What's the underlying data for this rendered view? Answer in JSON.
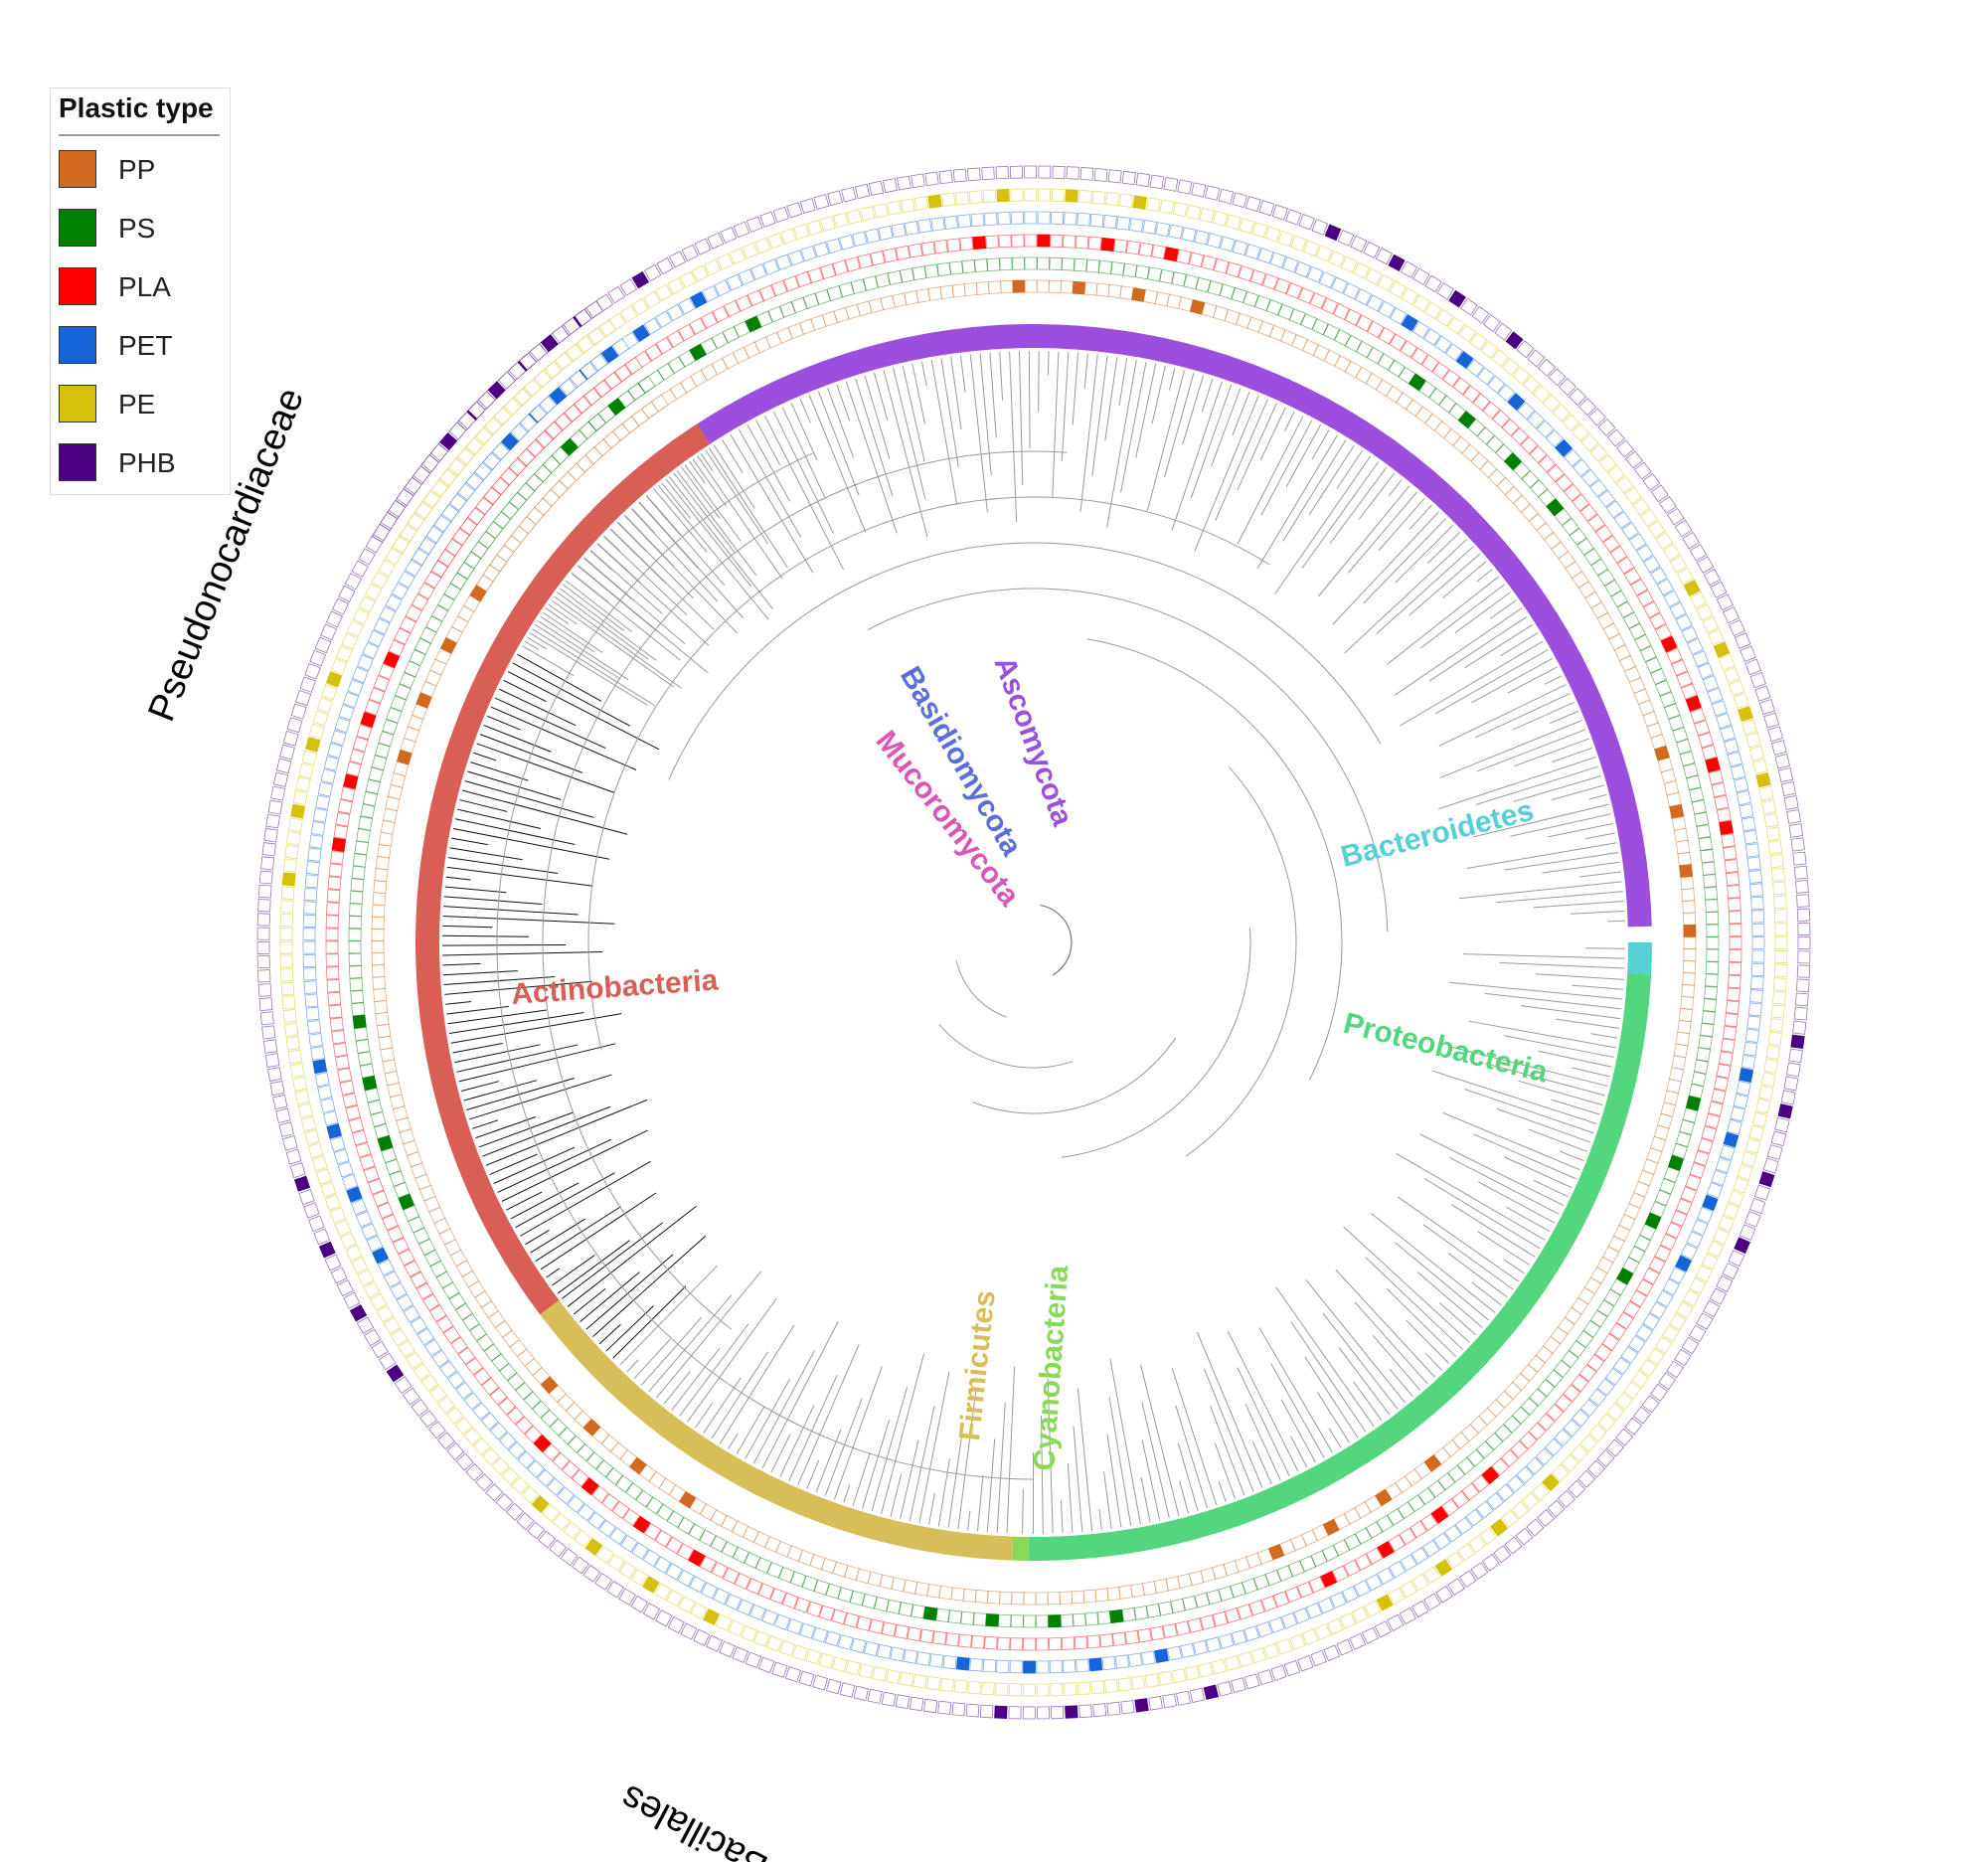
{
  "legend": {
    "title": "Plastic type",
    "items": [
      {
        "label": "PP",
        "color": "#d2691e"
      },
      {
        "label": "PS",
        "color": "#008000"
      },
      {
        "label": "PLA",
        "color": "#ff0000"
      },
      {
        "label": "PET",
        "color": "#1565d8"
      },
      {
        "label": "PE",
        "color": "#d4c10a"
      },
      {
        "label": "PHB",
        "color": "#4b0082"
      }
    ]
  },
  "phyla": [
    {
      "name": "Ascomycota",
      "color": "#9b4fdc"
    },
    {
      "name": "Basidiomycota",
      "color": "#5b6fdb"
    },
    {
      "name": "Mucoromycota",
      "color": "#d955b6"
    },
    {
      "name": "Bacteroidetes",
      "color": "#56d0d6"
    },
    {
      "name": "Proteobacteria",
      "color": "#54d67e"
    },
    {
      "name": "Cyanobacteria",
      "color": "#88d957"
    },
    {
      "name": "Firmicutes",
      "color": "#d8be58"
    },
    {
      "name": "Actinobacteria",
      "color": "#d95f56"
    }
  ],
  "clades": [
    {
      "name": "Pseudonocardiaceae"
    },
    {
      "name": "Bacillales"
    }
  ]
}
